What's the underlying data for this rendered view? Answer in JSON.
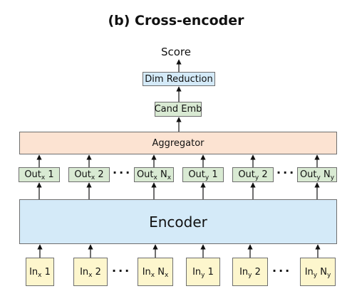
{
  "title": "(b) Cross-encoder",
  "score": "Score",
  "dim_reduction": "Dim Reduction",
  "cand_emb": "Cand Emb",
  "aggregator": "Aggregator",
  "encoder": "Encoder",
  "ellipsis": "···",
  "outputs": [
    {
      "base": "Out",
      "sub": "x",
      "suffix": "1"
    },
    {
      "base": "Out",
      "sub": "x",
      "suffix": "2"
    },
    {
      "base": "Out",
      "sub": "x",
      "suffix": "N",
      "suffix_sub": "x"
    },
    {
      "base": "Out",
      "sub": "y",
      "suffix": "1"
    },
    {
      "base": "Out",
      "sub": "y",
      "suffix": "2"
    },
    {
      "base": "Out",
      "sub": "y",
      "suffix": "N",
      "suffix_sub": "y"
    }
  ],
  "inputs": [
    {
      "base": "In",
      "sub": "x",
      "suffix": "1"
    },
    {
      "base": "In",
      "sub": "x",
      "suffix": "2"
    },
    {
      "base": "In",
      "sub": "x",
      "suffix": "N",
      "suffix_sub": "x"
    },
    {
      "base": "In",
      "sub": "y",
      "suffix": "1"
    },
    {
      "base": "In",
      "sub": "y",
      "suffix": "2"
    },
    {
      "base": "In",
      "sub": "y",
      "suffix": "N",
      "suffix_sub": "y"
    }
  ],
  "colors": {
    "green": "#d9ead3",
    "blue": "#d4eaf8",
    "orange": "#fce3d2",
    "yellow": "#fdf6cd",
    "border": "#6f6f6f"
  }
}
